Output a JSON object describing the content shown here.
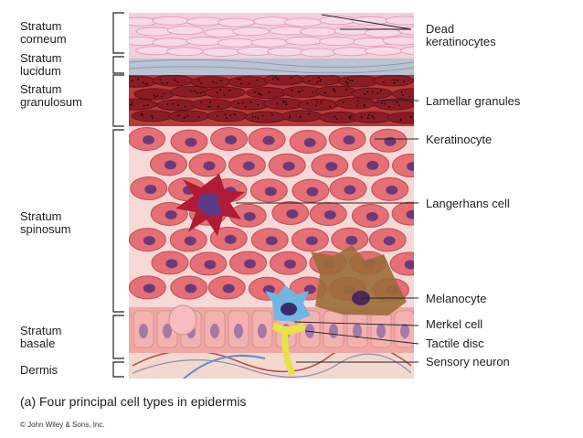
{
  "layers": [
    {
      "id": "corneum",
      "line1": "Stratum",
      "line2": "corneum"
    },
    {
      "id": "lucidum",
      "line1": "Stratum",
      "line2": "lucidum"
    },
    {
      "id": "granulosum",
      "line1": "Stratum",
      "line2": "granulosum"
    },
    {
      "id": "spinosum",
      "line1": "Stratum",
      "line2": "spinosum"
    },
    {
      "id": "basale",
      "line1": "Stratum",
      "line2": "basale"
    },
    {
      "id": "dermis",
      "line1": "Dermis",
      "line2": ""
    }
  ],
  "callouts": [
    {
      "id": "dead-keratinocytes",
      "line1": "Dead",
      "line2": "keratinocytes"
    },
    {
      "id": "lamellar-granules",
      "line1": "Lamellar granules",
      "line2": ""
    },
    {
      "id": "keratinocyte",
      "line1": "Keratinocyte",
      "line2": ""
    },
    {
      "id": "langerhans-cell",
      "line1": "Langerhans cell",
      "line2": ""
    },
    {
      "id": "melanocyte",
      "line1": "Melanocyte",
      "line2": ""
    },
    {
      "id": "merkel-cell",
      "line1": "Merkel cell",
      "line2": ""
    },
    {
      "id": "tactile-disc",
      "line1": "Tactile disc",
      "line2": ""
    },
    {
      "id": "sensory-neuron",
      "line1": "Sensory neuron",
      "line2": ""
    }
  ],
  "caption": "(a) Four principal cell types in epidermis",
  "copyright": "© John Wiley & Sons, Inc.",
  "colors": {
    "corneum": "#f5cddd",
    "lucidum": "#b9c3d4",
    "granulosum": "#8a1c24",
    "spinosum": "#e56f74",
    "nucleus": "#6b3a7a",
    "langerhans": "#b01c35",
    "melanocyte": "#9b6b3a",
    "merkel": "#6fb6e3",
    "tactile_disc": "#e6e24a",
    "dermis": "#f3d8cf"
  }
}
